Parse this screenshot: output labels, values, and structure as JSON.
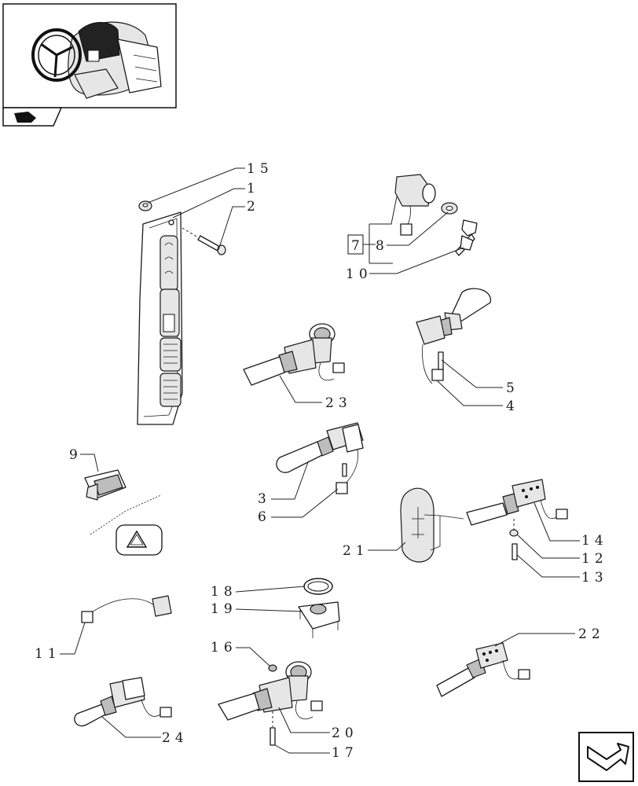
{
  "callouts": [
    {
      "id": "c15",
      "text": "15"
    },
    {
      "id": "c1",
      "text": "1"
    },
    {
      "id": "c2",
      "text": "2"
    },
    {
      "id": "c7",
      "text": "7"
    },
    {
      "id": "c8",
      "text": "8"
    },
    {
      "id": "c10",
      "text": "10"
    },
    {
      "id": "c5",
      "text": "5"
    },
    {
      "id": "c4",
      "text": "4"
    },
    {
      "id": "c23",
      "text": "23"
    },
    {
      "id": "c9",
      "text": "9"
    },
    {
      "id": "c3",
      "text": "3"
    },
    {
      "id": "c6",
      "text": "6"
    },
    {
      "id": "c21",
      "text": "21"
    },
    {
      "id": "c14",
      "text": "14"
    },
    {
      "id": "c12",
      "text": "12"
    },
    {
      "id": "c13",
      "text": "13"
    },
    {
      "id": "c18",
      "text": "18"
    },
    {
      "id": "c19",
      "text": "19"
    },
    {
      "id": "c11",
      "text": "11"
    },
    {
      "id": "c16",
      "text": "16"
    },
    {
      "id": "c22",
      "text": "22"
    },
    {
      "id": "c20",
      "text": "20"
    },
    {
      "id": "c17",
      "text": "17"
    },
    {
      "id": "c24",
      "text": "24"
    }
  ],
  "icons": {
    "thumbnail": "tractor-cab-steering-wheel-thumbnail",
    "section_tab": "section-tab-icon",
    "nav": "next-page-arrow-icon",
    "hazard": "hazard-triangle-icon"
  }
}
